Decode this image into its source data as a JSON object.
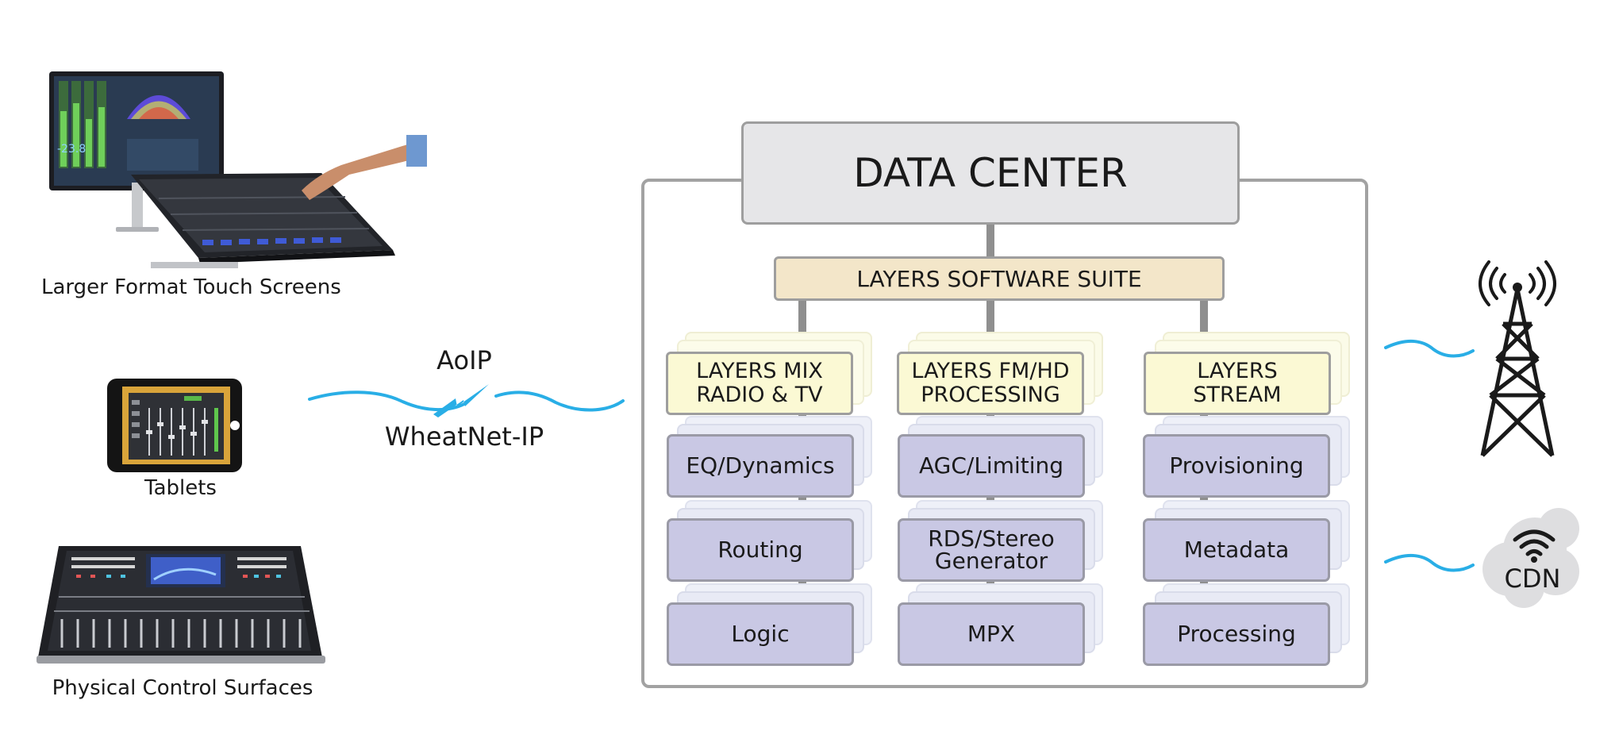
{
  "devices": {
    "touch_screens": "Larger Format Touch Screens",
    "tablets": "Tablets",
    "control_surfaces": "Physical Control Surfaces"
  },
  "network": {
    "aoip": "AoIP",
    "wheatnet": "WheatNet-IP"
  },
  "data_center": {
    "title": "DATA CENTER",
    "suite": "LAYERS SOFTWARE SUITE",
    "columns": [
      {
        "title": "LAYERS MIX\nRADIO & TV",
        "modules": [
          "EQ/Dynamics",
          "Routing",
          "Logic"
        ]
      },
      {
        "title": "LAYERS FM/HD\nPROCESSING",
        "modules": [
          "AGC/Limiting",
          "RDS/Stereo\nGenerator",
          "MPX"
        ]
      },
      {
        "title": "LAYERS\nSTREAM",
        "modules": [
          "Provisioning",
          "Metadata",
          "Processing"
        ]
      }
    ]
  },
  "outputs": {
    "cdn": "CDN"
  },
  "colors": {
    "wave": "#29aee6",
    "connector": "#8f8f8f",
    "module_fill": "#c9c8e4",
    "product_fill": "#fbf9d4",
    "suite_fill": "#f3e6c9",
    "header_fill": "#e6e6e8"
  },
  "icons": [
    "touch-screen-monitor-icon",
    "tablet-icon",
    "control-surface-icon",
    "lightning-icon",
    "radio-tower-icon",
    "cloud-icon",
    "wifi-icon"
  ]
}
